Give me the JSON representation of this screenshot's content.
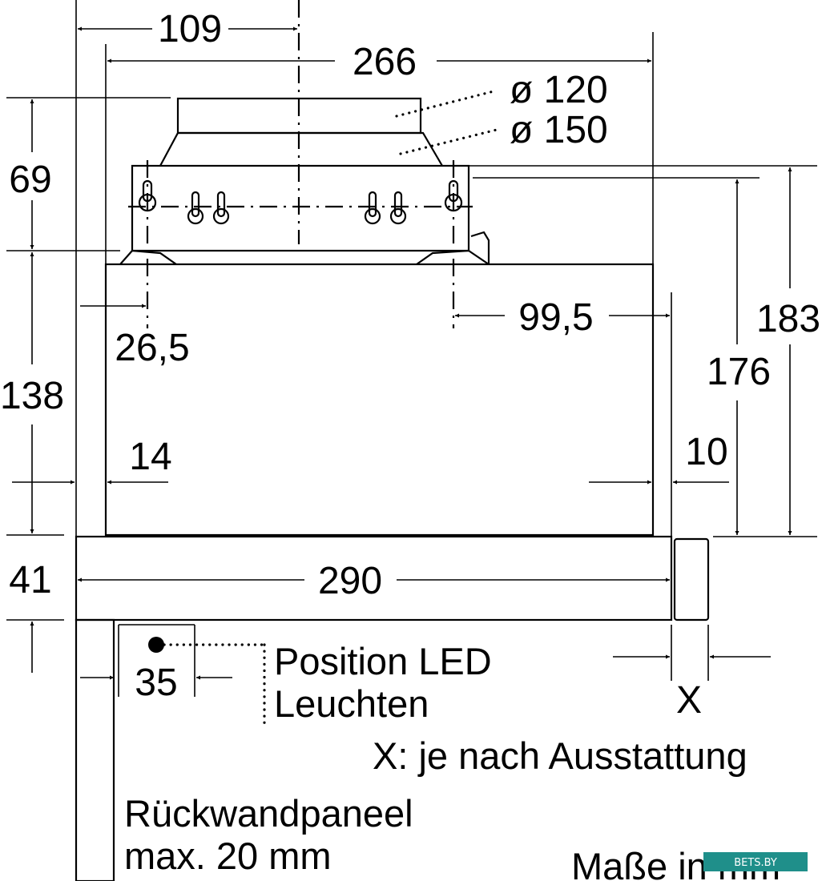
{
  "dimensions": {
    "d109": "109",
    "d266": "266",
    "d_outlet_small": "ø 120",
    "d_outlet_large": "ø 150",
    "d69": "69",
    "d138": "138",
    "d41": "41",
    "d26_5": "26,5",
    "d99_5": "99,5",
    "d14": "14",
    "d10": "10",
    "d176": "176",
    "d183": "183",
    "d290": "290",
    "d35": "35",
    "dx": "X"
  },
  "notes": {
    "led_line1": "Position LED",
    "led_line2": "Leuchten",
    "x_note": "X: je nach Ausstattung",
    "panel_line1": "Rückwandpaneel",
    "panel_line2": "max. 20 mm",
    "units": "Maße in mm"
  },
  "watermark": {
    "text": "BETS.BY",
    "color": "#1f8f8a"
  }
}
